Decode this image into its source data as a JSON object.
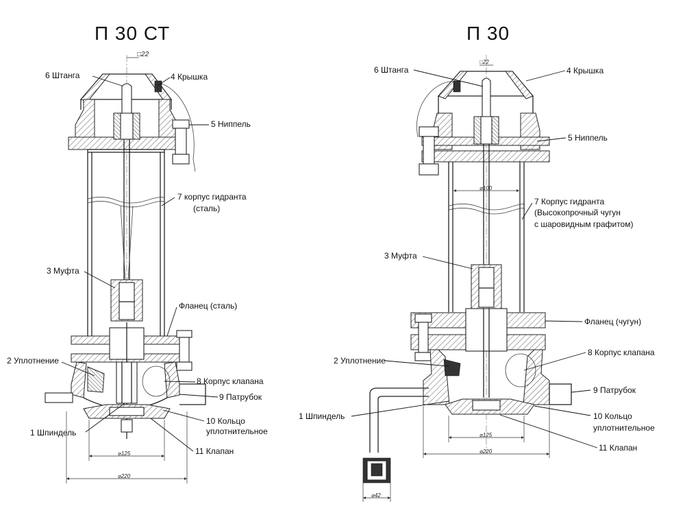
{
  "left": {
    "title": "П 30 СТ",
    "labels": {
      "rod": "6 Штанга",
      "cover": "4 Крышка",
      "nipple": "5 Ниппель",
      "body_line1": "7 корпус гидранта",
      "body_line2": "(сталь)",
      "coupling": "3 Муфта",
      "flange": "Фланец (сталь)",
      "seal": "2 Уплотнение",
      "valve_body": "8 Корпус клапана",
      "branch": "9 Патрубок",
      "ring_line1": "10 Кольцо",
      "ring_line2": "уплотнительное",
      "spindle": "1 Шпиндель",
      "valve": "11 Клапан"
    },
    "dimensions": {
      "square": "□22",
      "d_inner": "⌀125",
      "d_outer": "⌀220"
    }
  },
  "right": {
    "title": "П 30",
    "labels": {
      "rod": "6 Штанга",
      "cover": "4 Крышка",
      "nipple": "5 Ниппель",
      "body_line1": "7 Корпус гидранта",
      "body_line2": "(Высокопрочный чугун",
      "body_line3": "с шаровидным графитом)",
      "coupling": "3 Муфта",
      "flange": "Фланец (чугун)",
      "seal": "2 Уплотнение",
      "valve_body": "8 Корпус клапана",
      "branch": "9 Патрубок",
      "spindle": "1 Шпиндель",
      "ring_line1": "10 Кольцо",
      "ring_line2": "уплотнительное",
      "valve": "11 Клапан"
    },
    "dimensions": {
      "square": "□22",
      "d_pipe": "⌀100",
      "d_inner": "⌀125",
      "d_outer": "⌀220",
      "d_key": "⌀42"
    }
  }
}
